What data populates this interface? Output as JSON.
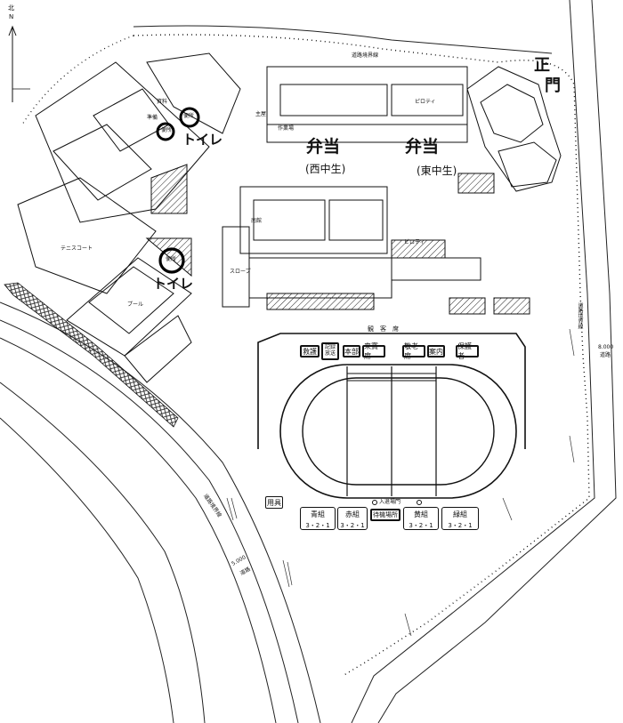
{
  "north": {
    "label": "北",
    "letter": "N"
  },
  "roads": {
    "top": "道路境界線",
    "right": "道路境界線",
    "diag": "道路境界線",
    "width_right": "8.000",
    "width_right_unit": "道路",
    "width_left": "5.000",
    "width_left_unit": "道路"
  },
  "main_gate": {
    "line1": "正",
    "line2": "門"
  },
  "buildings": {
    "pilotis_a": "ピロティ",
    "pilotis_b": "ピロティ",
    "workroom": "作業場",
    "main_bldg": "主屋",
    "south_bldg": "南館",
    "slope": "スロープ",
    "store": "資料",
    "prep": "準備",
    "toilet_room": "便所",
    "toilet_room2": "便所",
    "toilet_room3": "便所"
  },
  "lunch": {
    "west": {
      "title": "弁当",
      "sub": "(西中生)"
    },
    "east": {
      "title": "弁当",
      "sub": "(東中生)"
    }
  },
  "toilets": {
    "north": "トイレ",
    "south": "トイレ"
  },
  "facilities": {
    "tennis": "テニスコート",
    "pool": "プール"
  },
  "stands": "観　客　席",
  "tents": [
    {
      "label": "救護"
    },
    {
      "label": "記録\n放送"
    },
    {
      "label": "本部"
    },
    {
      "label": "来賓席"
    },
    {
      "label": "敬老席"
    },
    {
      "label": "案内"
    },
    {
      "label": "保護者"
    }
  ],
  "equipment": "用具",
  "entrance": "入退場門",
  "waiting": "待機場所",
  "teams": [
    {
      "name": "青組",
      "grades": "3・2・1"
    },
    {
      "name": "赤組",
      "grades": "3・2・1"
    },
    {
      "name": "黄組",
      "grades": "3・2・1"
    },
    {
      "name": "緑組",
      "grades": "3・2・1"
    }
  ]
}
